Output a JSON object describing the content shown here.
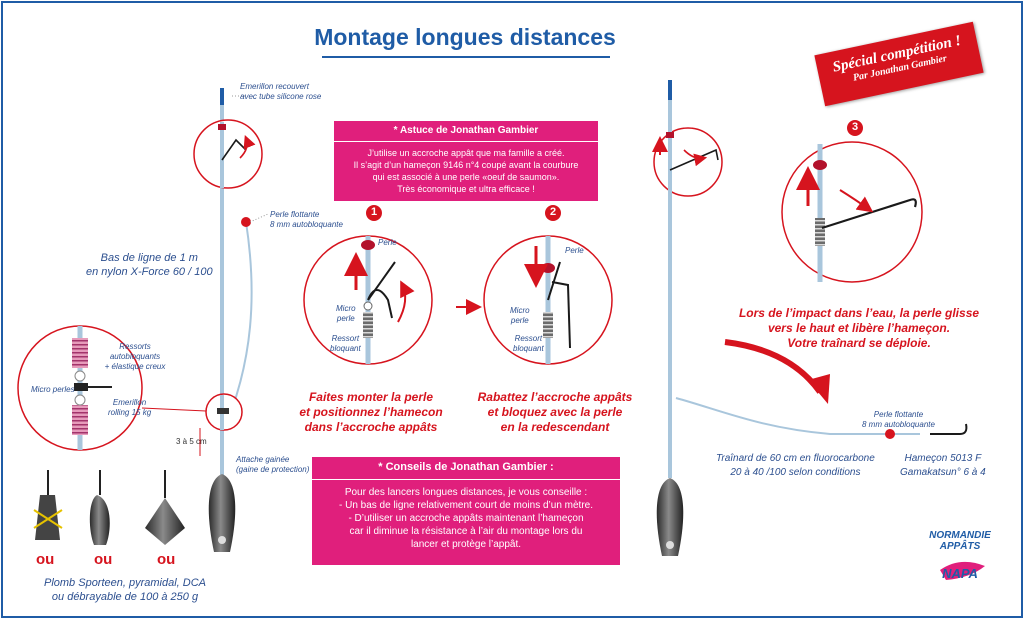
{
  "title": "Montage longues distances",
  "badge": {
    "line1": "Spécial compétition !",
    "line2": "Par Jonathan Gambier"
  },
  "labels": {
    "emerillon_recouvert_1": "Emerillon recouvert",
    "emerillon_recouvert_2": "avec tube silicone rose",
    "perle_flottante_1": "Perle flottante",
    "perle_flottante_2": "8 mm autobloquante",
    "bas_ligne_1": "Bas de ligne de 1 m",
    "bas_ligne_2": "en nylon X-Force 60 / 100",
    "ressorts_1": "Ressorts",
    "ressorts_2": "autobloquants",
    "ressorts_3": "+ élastique creux",
    "micro_perles": "Micro perles",
    "emerillon_rolling_1": "Emerillon",
    "emerillon_rolling_2": "rolling 15 kg",
    "distance": "3 à 5 cm",
    "attache_1": "Attache gainée",
    "attache_2": "(gaine de protection)",
    "plomb_1": "Plomb Sporteen, pyramidal, DCA",
    "plomb_2": "ou débrayable de 100 à 250 g",
    "perle": "Perle",
    "micro_perle_1": "Micro",
    "micro_perle_2": "perle",
    "ressort_bloquant_1": "Ressort",
    "ressort_bloquant_2": "bloquant",
    "perle_b": "Perle",
    "micro_perle_b1": "Micro",
    "micro_perle_b2": "perle",
    "ressort_b1": "Ressort",
    "ressort_b2": "bloquant",
    "perle_flottante_r1": "Perle flottante",
    "perle_flottante_r2": "8 mm autobloquante",
    "trainard_1": "Traînard de 60 cm en fluorocarbone",
    "trainard_2": "20 à 40 /100 selon conditions",
    "hamecon_1": "Hameçon 5013 F",
    "hamecon_2": "Gamakatsun° 6 à 4"
  },
  "ou": [
    "ou",
    "ou",
    "ou"
  ],
  "steps": {
    "n1": "1",
    "n2": "2",
    "n3": "3",
    "cap1_1": "Faites monter la perle",
    "cap1_2": "et positionnez l’hamecon",
    "cap1_3": "dans l’accroche appâts",
    "cap2_1": "Rabattez l’accroche appâts",
    "cap2_2": "et bloquez avec la perle",
    "cap2_3": "en la redescendant",
    "cap3_1": "Lors de l’impact dans l’eau, la perle glisse",
    "cap3_2": "vers le haut et libère l’hameçon.",
    "cap3_3": "Votre traînard se déploie."
  },
  "astuce": {
    "header": "* Astuce de Jonathan Gambier",
    "l1": "J’utilise un accroche appât que ma famille a créé.",
    "l2": "Il s’agit d’un hameçon 9146 n°4 coupé avant la courbure",
    "l3": "qui est associé à une perle «oeuf de saumon».",
    "l4": "Très économique et ultra efficace !"
  },
  "conseils": {
    "header": "* Conseils de Jonathan Gambier :",
    "l1": "Pour des lancers longues distances, je vous conseille :",
    "l2": "- Un bas de ligne relativement court de moins d’un mètre.",
    "l3": "- D’utiliser un accroche appâts maintenant l’hameçon",
    "l4": "car il diminue la résistance à l’air du montage lors du",
    "l5": "lancer et protège l’appât."
  },
  "logo": {
    "line1": "NORMANDIE",
    "line2": "APPÂTS",
    "line3": "NAPA"
  },
  "colors": {
    "blue": "#1f5ca6",
    "red": "#d6141e",
    "pink": "#e01f7c",
    "line": "#a9c6dc"
  }
}
